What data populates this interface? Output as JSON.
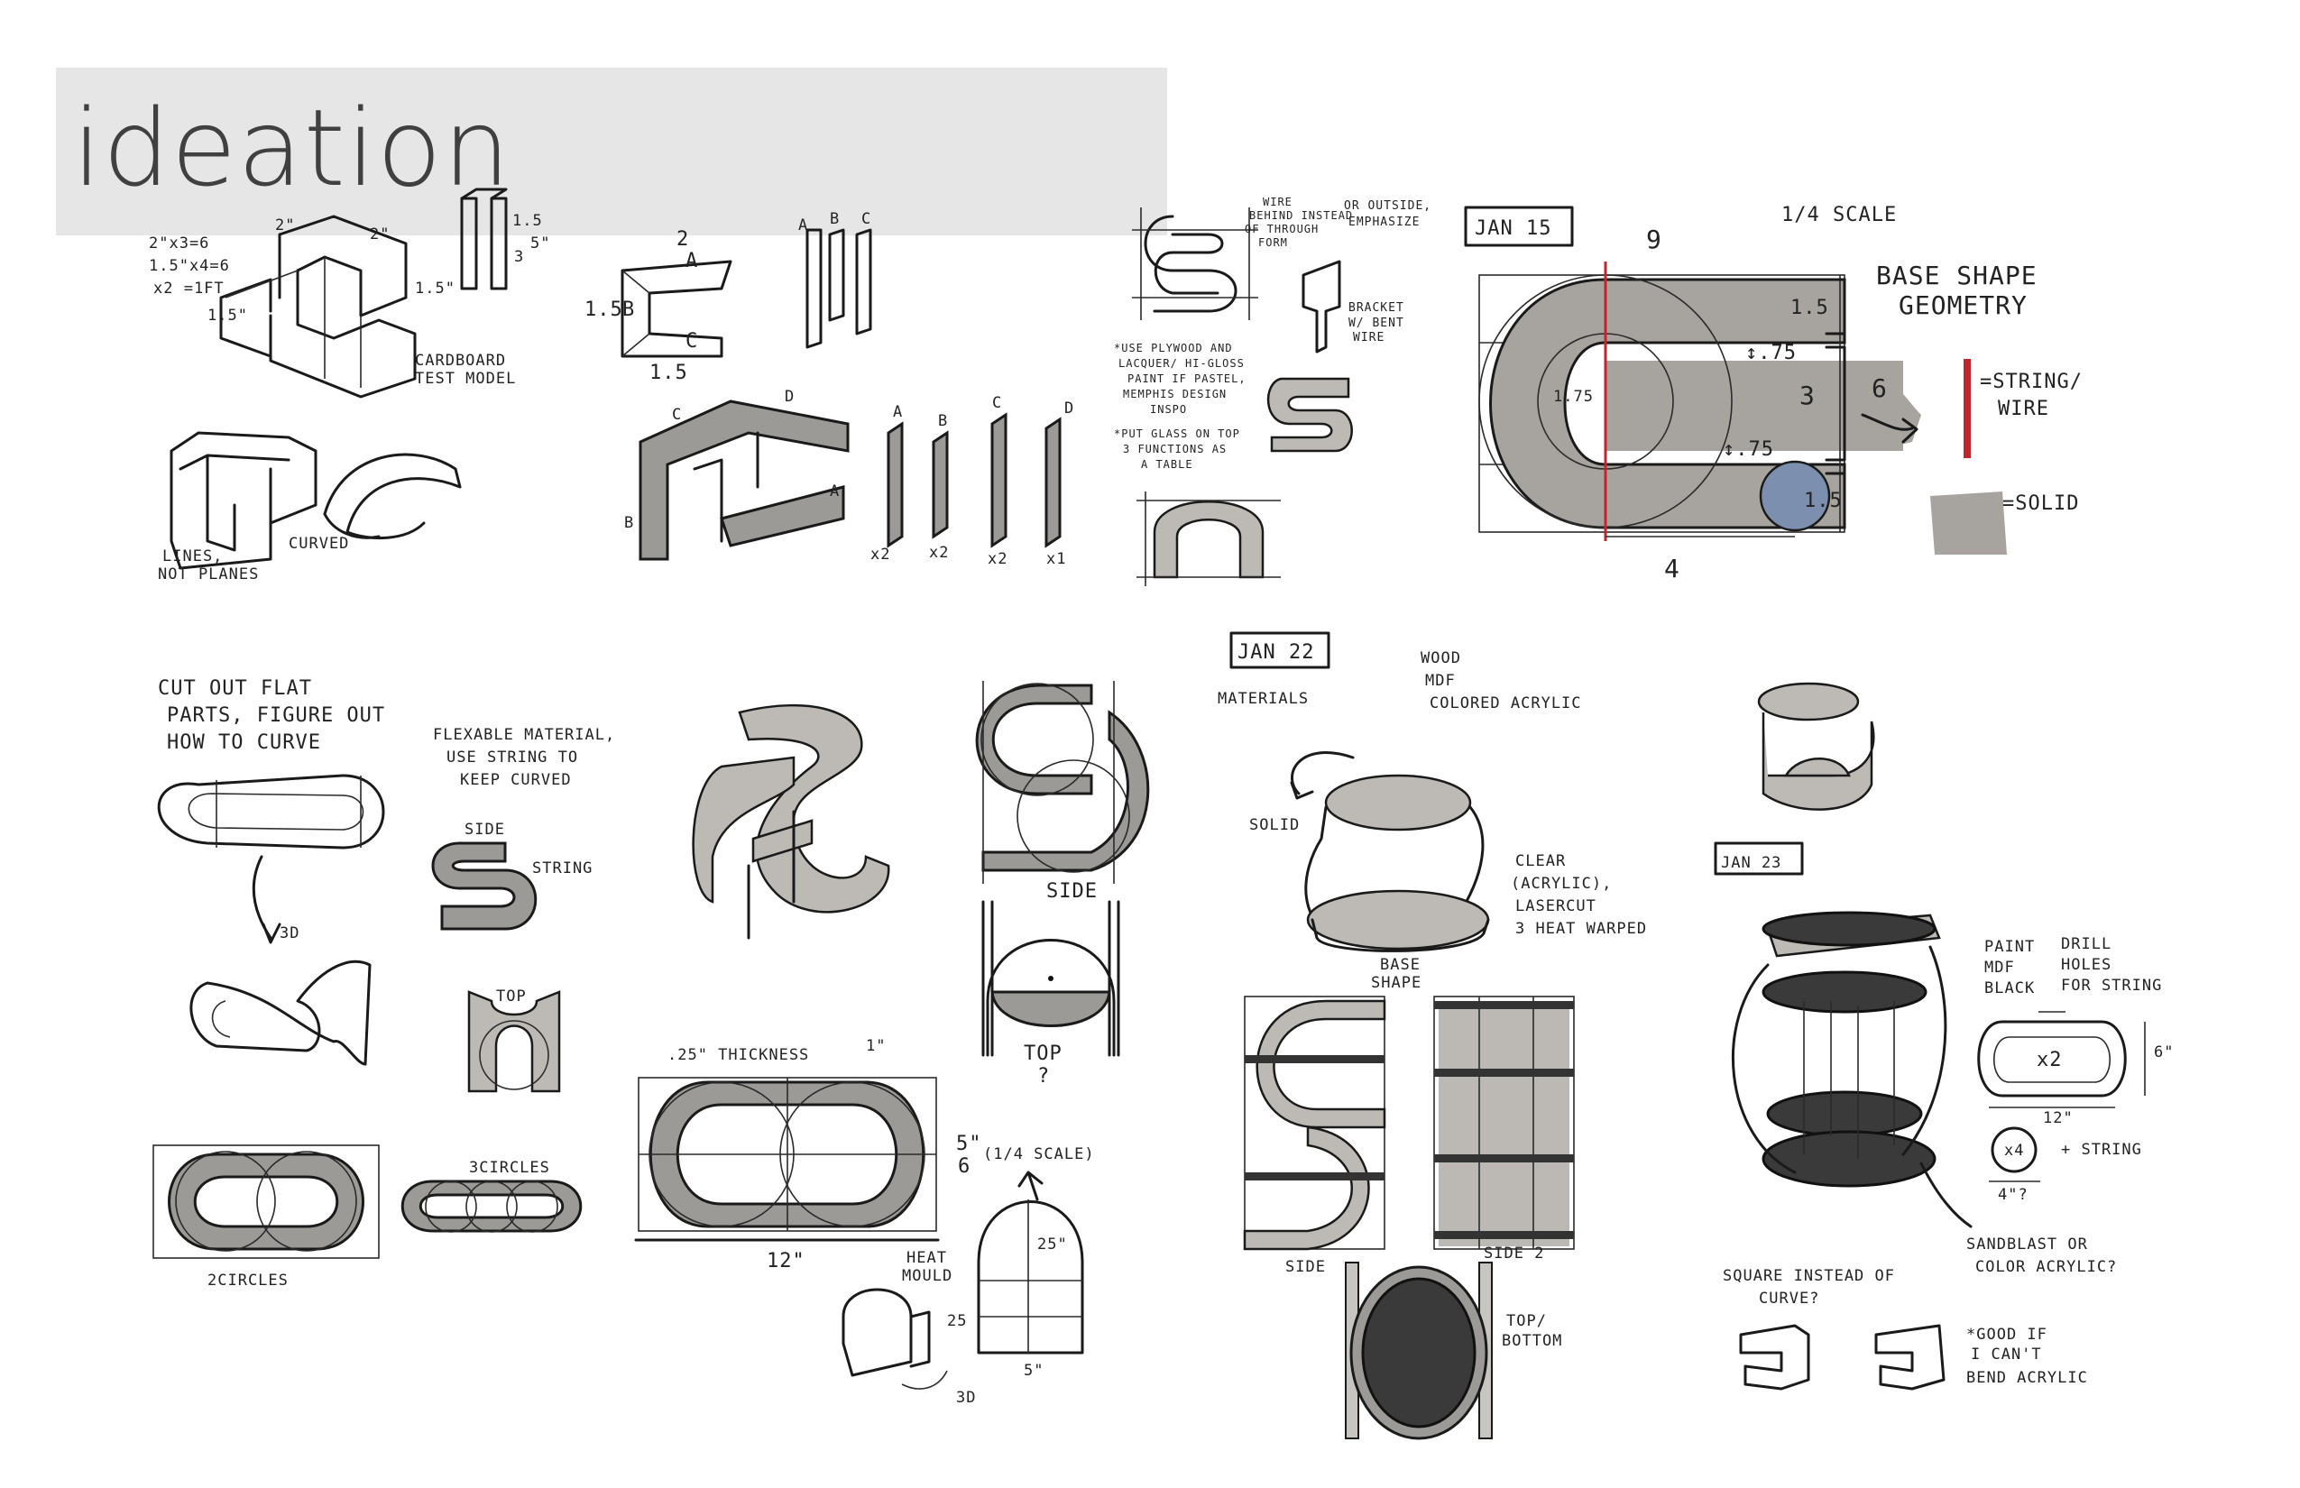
{
  "title": "ideation",
  "notes": {
    "calc_1": "2\"x3=6",
    "calc_2": "1.5\"x4=6",
    "calc_3": "x2 =1FT",
    "cardboard": [
      "CARDBOARD",
      "TEST MODEL"
    ],
    "lines_not_planes": [
      "LINES,",
      "NOT PLANES"
    ],
    "curved": "CURVED",
    "dim_2": "2\"",
    "dim_15": "1.5\"",
    "dim_2b": "2",
    "dim_15b": "1.5",
    "dim_3": "3",
    "dim_5": "5\"",
    "label_a": "A",
    "label_b": "B",
    "label_c": "C",
    "label_d": "D",
    "x2": "x2",
    "x1": "x1",
    "wire_note": [
      "WIRE",
      "BEHIND INSTEAD",
      "OF THROUGH",
      "FORM"
    ],
    "outside_note": [
      "OR OUTSIDE,",
      "EMPHASIZE"
    ],
    "bracket_note": [
      "BRACKET",
      "W/ BENT",
      "WIRE"
    ],
    "plywood_note": [
      "*USE PLYWOOD AND",
      "LACQUER/ HI-GLOSS",
      "PAINT IF PASTEL,",
      "MEMPHIS DESIGN",
      "INSPO"
    ],
    "glass_note": [
      "*PUT GLASS ON TOP",
      "3 FUNCTIONS AS",
      "A TABLE"
    ],
    "jan15": "JAN 15",
    "quarter_scale": "1/4 SCALE",
    "dim_9": "9",
    "dim_4": "4",
    "dim_6": "6",
    "dim_75a": "↕.75",
    "dim_75b": "↕.75",
    "dim_175": "1.75",
    "dim_15c": "1.5",
    "dim_15d": "1.5",
    "base_shape": [
      "BASE SHAPE",
      "GEOMETRY"
    ],
    "legend_wire": [
      "=STRING/",
      "WIRE"
    ],
    "legend_solid": "=SOLID",
    "cut_out": [
      "CUT OUT FLAT",
      "PARTS, FIGURE OUT",
      "HOW TO CURVE"
    ],
    "flexable": [
      "FLEXABLE MATERIAL,",
      "USE STRING TO",
      "KEEP CURVED"
    ],
    "side": "SIDE",
    "string": "STRING",
    "top": "TOP",
    "threed": "3D",
    "two_circles": "2CIRCLES",
    "three_circles": "3CIRCLES",
    "side2": "SIDE",
    "top_q": [
      "TOP",
      "?"
    ],
    "thickness": ".25\" THICKNESS",
    "dim_1": "1\"",
    "dim_5q": "5\"",
    "dim_6b": "6",
    "scale_q": "(1/4 SCALE)",
    "dim_12": "12\"",
    "heat_mould": [
      "HEAT",
      "MOULD"
    ],
    "dim_25a": "25\"",
    "dim_25b": "25",
    "dim_5b": "5\"",
    "threed_b": "3D",
    "jan22": "JAN 22",
    "materials": "MATERIALS",
    "wood_list": [
      "WOOD",
      "MDF",
      "COLORED ACRYLIC"
    ],
    "solid": "SOLID",
    "clear_acrylic": [
      "CLEAR",
      "(ACRYLIC),",
      "LASERCUT",
      "3 HEAT WARPED"
    ],
    "base_shape2": [
      "BASE",
      "SHAPE"
    ],
    "side_a": "SIDE",
    "side_b": "SIDE 2",
    "top_bottom": [
      "TOP/",
      "BOTTOM"
    ],
    "jan23": "JAN 23",
    "paint_mdf": [
      "PAINT",
      "MDF",
      "BLACK"
    ],
    "drill_holes": [
      "DRILL",
      "HOLES",
      "FOR STRING"
    ],
    "x2_pill": "x2",
    "dim_6c": "6\"",
    "dim_12b": "12\"",
    "dim_4q": "4\"?",
    "x4": "x4",
    "plus_string": "+ STRING",
    "sandblast": [
      "SANDBLAST OR",
      "COLOR ACRYLIC?"
    ],
    "square_instead": [
      "SQUARE INSTEAD OF",
      "CURVE?"
    ],
    "good_if": [
      "*GOOD IF",
      "I CAN'T",
      "BEND ACRYLIC"
    ]
  }
}
